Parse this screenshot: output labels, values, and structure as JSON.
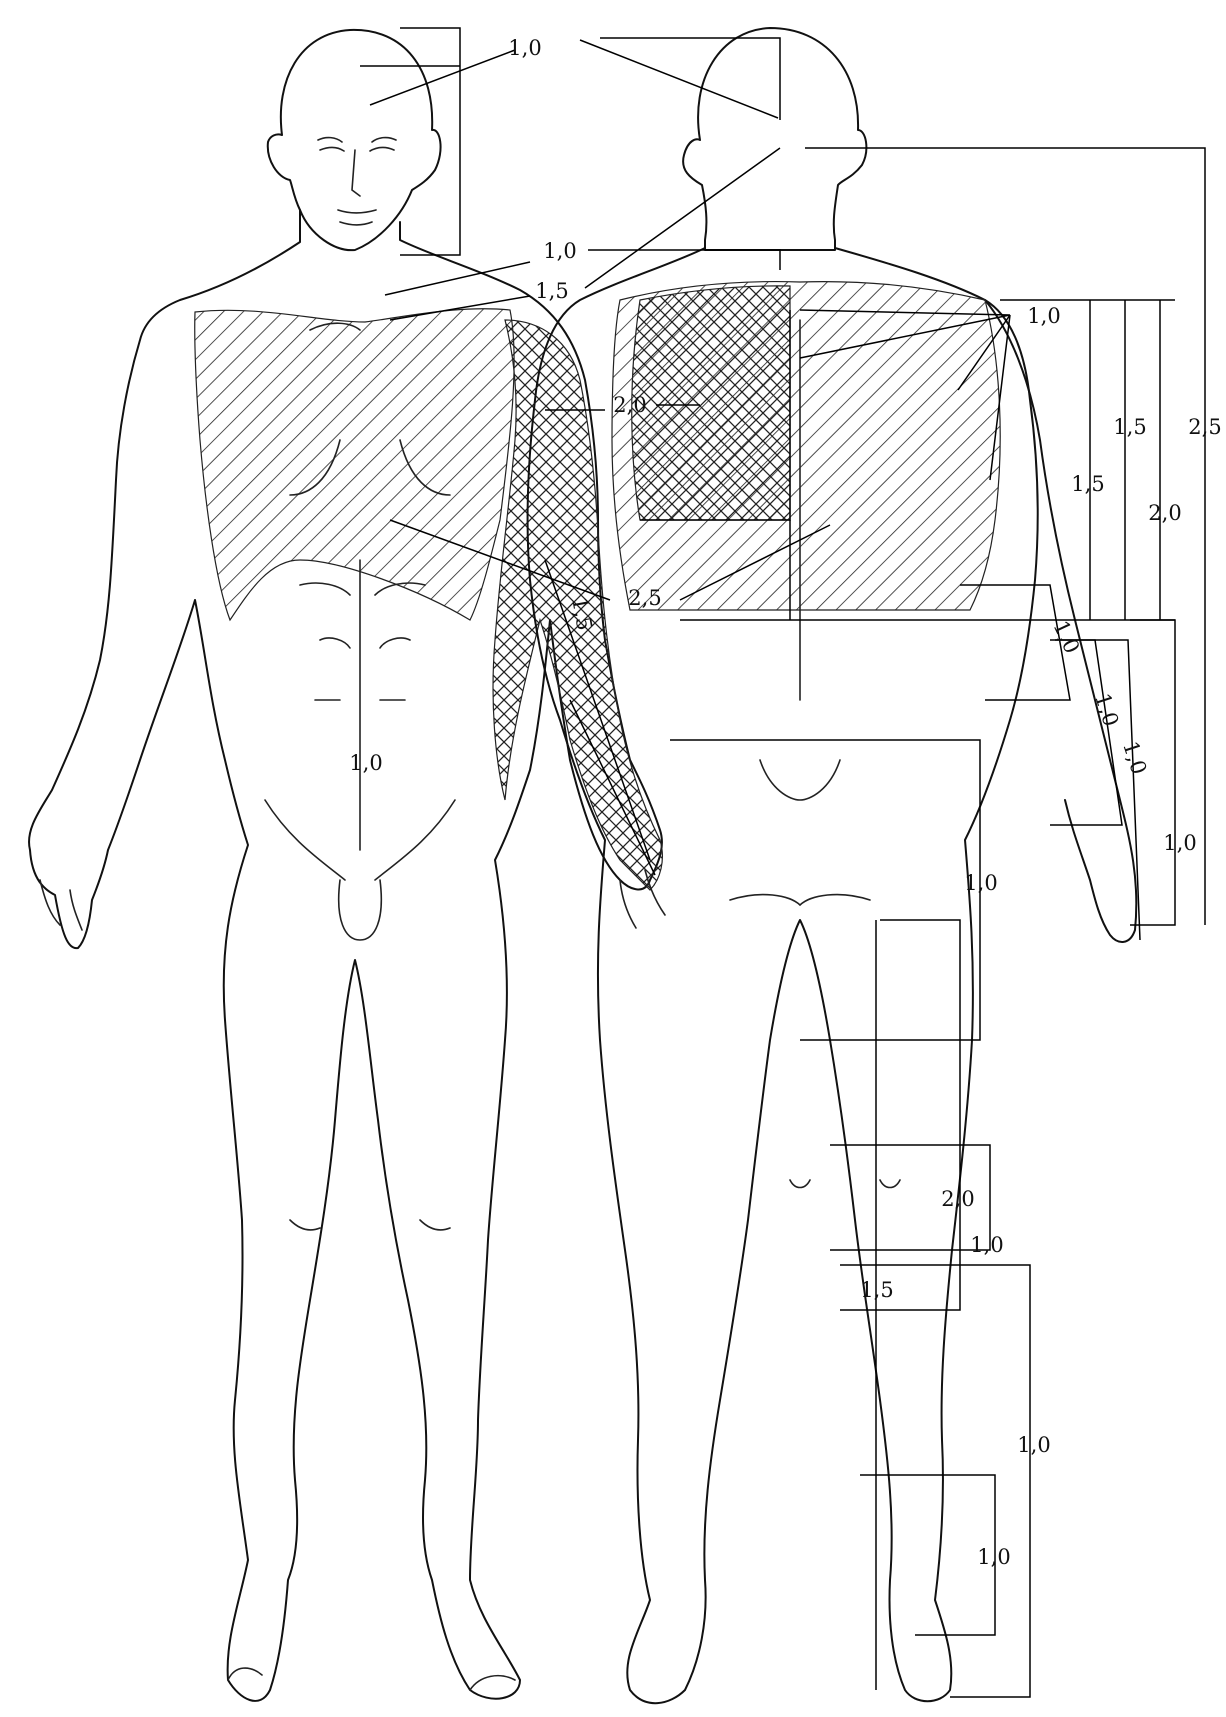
{
  "figures": {
    "front": {
      "view": "anterior"
    },
    "back": {
      "view": "posterior"
    }
  },
  "labels": {
    "head": "1,0",
    "neck_front": "1,0",
    "neck_back": "1,5",
    "shoulder_back": "1,0",
    "upper_back": "2,0",
    "trunk": "2,5",
    "forearm": "1,5",
    "abdomen": "1,0",
    "back_upper_15": "1,5",
    "back_mid_15": "1,5",
    "back_upper_20": "2,0",
    "back_total": "2,5",
    "upper_arm": "1,0",
    "forearm_back": "1,0",
    "hand_back": "1,0",
    "arm_total": "1,0",
    "buttock": "1,0",
    "thigh": "2,0",
    "knee": "1,0",
    "calf": "1,5",
    "shin": "1,0",
    "foot": "1,0"
  },
  "colors": {
    "ink": "#111111",
    "paper": "#ffffff"
  }
}
